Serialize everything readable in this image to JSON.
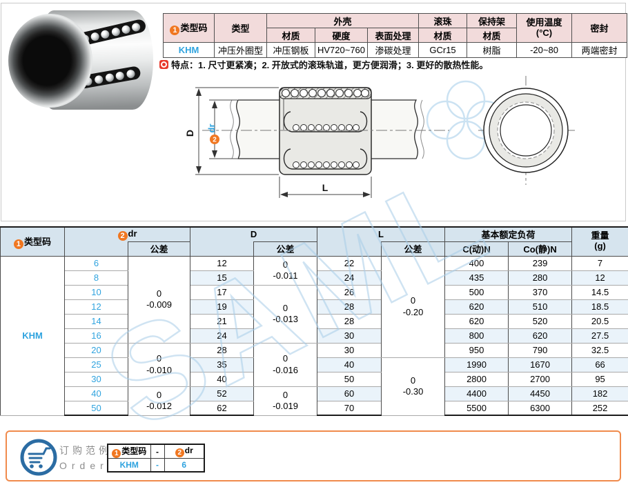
{
  "colors": {
    "accent_orange": "#F07721",
    "link_blue": "#2FA3DF",
    "spec_header_pink": "#F2DBDB",
    "table_header_blue": "#D6E4EE",
    "row_stripe": "#EAF3FA",
    "order_border_orange": "#F08A4B",
    "cart_blue": "#2B6CA3",
    "feature_icon_red": "#E8392B",
    "watermark_blue": "#A8CDE8"
  },
  "spec_table": {
    "badge1": "1",
    "h_type_code": "类型码",
    "h_type": "类型",
    "h_shell": "外壳",
    "h_shell_material": "材质",
    "h_shell_hardness": "硬度",
    "h_shell_surface": "表面处理",
    "h_ball": "滚珠",
    "h_ball_material": "材质",
    "h_cage": "保持架",
    "h_cage_material": "材质",
    "h_temp_1": "使用温度",
    "h_temp_2": "(°C)",
    "h_seal": "密封",
    "row": {
      "type_code": "KHM",
      "type": "冲压外圈型",
      "shell_material": "冲压钢板",
      "shell_hardness": "HV720~760",
      "shell_surface": "渗碳处理",
      "ball_material": "GCr15",
      "cage_material": "树脂",
      "temp": "-20~80",
      "seal": "两端密封"
    }
  },
  "features": {
    "text": "特点：1. 尺寸更紧凑；2. 开放式的滚珠轨道，更方便润滑；3. 更好的散热性能。"
  },
  "diagram": {
    "label_D": "D",
    "badge2": "2",
    "label_dr": "dr",
    "label_L": "L"
  },
  "main_table": {
    "badge1": "1",
    "badge2": "2",
    "h_type_code": "类型码",
    "h_dr": "dr",
    "h_tol": "公差",
    "h_D": "D",
    "h_L": "L",
    "h_load": "基本额定负荷",
    "h_c_dyn": "C(动)N",
    "h_c_stat": "Co(静)N",
    "h_weight_1": "重量",
    "h_weight_2": "(g)",
    "type_code": "KHM",
    "rows": [
      {
        "dr": "6",
        "d": "12",
        "l": "22",
        "c": "400",
        "co": "239",
        "w": "7"
      },
      {
        "dr": "8",
        "d": "15",
        "l": "24",
        "c": "435",
        "co": "280",
        "w": "12"
      },
      {
        "dr": "10",
        "d": "17",
        "l": "26",
        "c": "500",
        "co": "370",
        "w": "14.5"
      },
      {
        "dr": "12",
        "d": "19",
        "l": "28",
        "c": "620",
        "co": "510",
        "w": "18.5"
      },
      {
        "dr": "14",
        "d": "21",
        "l": "28",
        "c": "620",
        "co": "520",
        "w": "20.5"
      },
      {
        "dr": "16",
        "d": "24",
        "l": "30",
        "c": "800",
        "co": "620",
        "w": "27.5"
      },
      {
        "dr": "20",
        "d": "28",
        "l": "30",
        "c": "950",
        "co": "790",
        "w": "32.5"
      },
      {
        "dr": "25",
        "d": "35",
        "l": "40",
        "c": "1990",
        "co": "1670",
        "w": "66"
      },
      {
        "dr": "30",
        "d": "40",
        "l": "50",
        "c": "2800",
        "co": "2700",
        "w": "95"
      },
      {
        "dr": "40",
        "d": "52",
        "l": "60",
        "c": "4400",
        "co": "4450",
        "w": "182"
      },
      {
        "dr": "50",
        "d": "62",
        "l": "70",
        "c": "5500",
        "co": "6300",
        "w": "252"
      }
    ],
    "dr_tol": [
      {
        "l1": "0",
        "l2": "-0.009"
      },
      {
        "l1": "0",
        "l2": "-0.010"
      },
      {
        "l1": "0",
        "l2": "-0.012"
      }
    ],
    "d_tol": [
      {
        "l1": "0",
        "l2": "-0.011"
      },
      {
        "l1": "0",
        "l2": "-0.013"
      },
      {
        "l1": "0",
        "l2": "-0.016"
      },
      {
        "l1": "0",
        "l2": "-0.019"
      }
    ],
    "l_tol": [
      {
        "l1": "0",
        "l2": "-0.20"
      },
      {
        "l1": "0",
        "l2": "-0.30"
      }
    ]
  },
  "order": {
    "title_cn": "订购范例",
    "title_en": "Order",
    "badge1": "1",
    "badge2": "2",
    "h_type_code": "类型码",
    "h_dr": "dr",
    "dash": "-",
    "type_code": "KHM",
    "dr_value": "6"
  }
}
